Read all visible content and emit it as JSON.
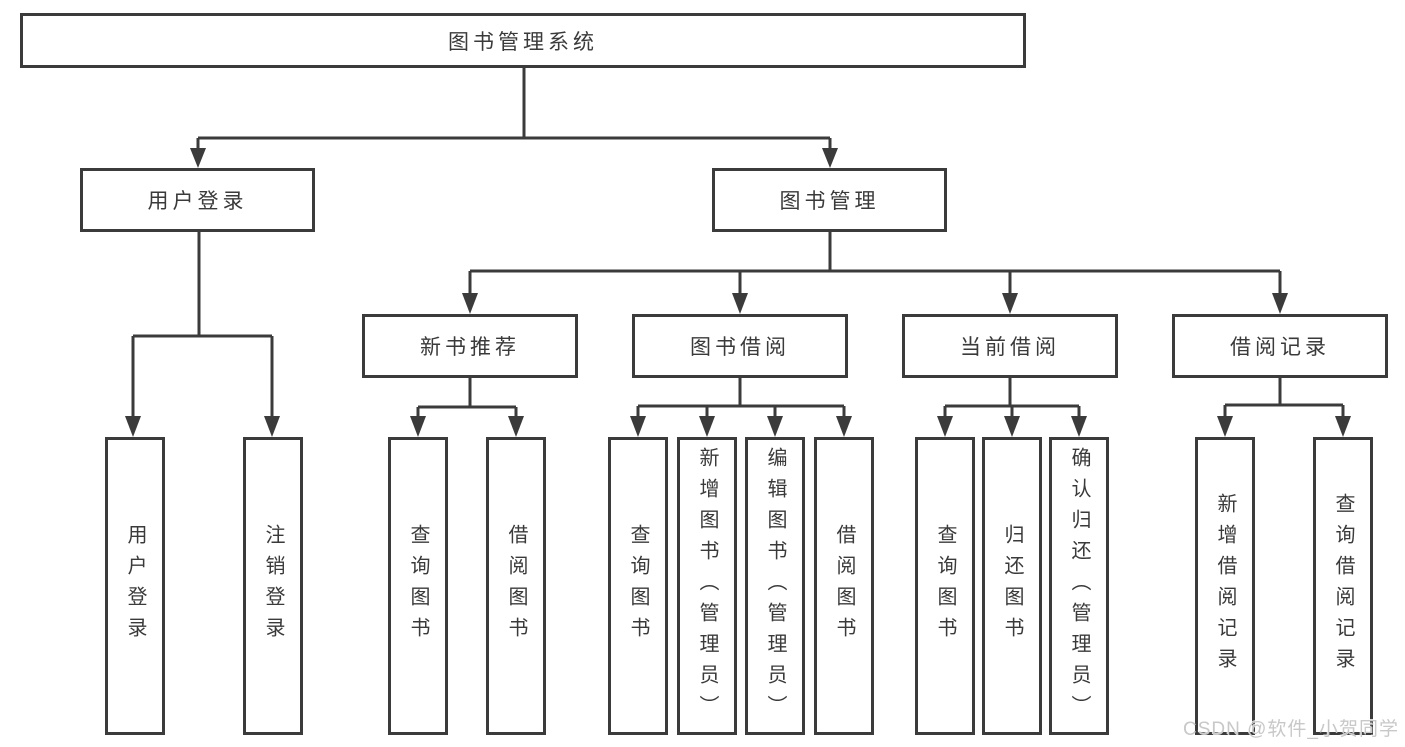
{
  "diagram": {
    "title": "图书管理系统",
    "level2": {
      "user_login": {
        "label": "用户登录"
      },
      "book_management": {
        "label": "图书管理"
      }
    },
    "level3": {
      "new_book_recommend": {
        "label": "新书推荐"
      },
      "book_borrow": {
        "label": "图书借阅"
      },
      "current_borrow": {
        "label": "当前借阅"
      },
      "borrow_record": {
        "label": "借阅记录"
      }
    },
    "leaves": {
      "user_login": {
        "label": "用户登录"
      },
      "logout_login": {
        "label": "注销登录"
      },
      "recommend_query_book": {
        "label": "查询图书"
      },
      "recommend_borrow_book": {
        "label": "借阅图书"
      },
      "borrow_query_book": {
        "label": "查询图书"
      },
      "borrow_add_book": {
        "label": "新增图书（管理员）"
      },
      "borrow_edit_book": {
        "label": "编辑图书（管理员）"
      },
      "borrow_borrow_book": {
        "label": "借阅图书"
      },
      "current_query_book": {
        "label": "查询图书"
      },
      "current_return_book": {
        "label": "归还图书"
      },
      "current_confirm_return": {
        "label": "确认归还（管理员）"
      },
      "record_add": {
        "label": "新增借阅记录"
      },
      "record_query": {
        "label": "查询借阅记录"
      }
    },
    "watermark": "CSDN @软件_小贺同学",
    "colors": {
      "line": "#3b3b3b",
      "text": "#3a3a3a",
      "watermark": "#c8c8c8",
      "background": "#ffffff"
    }
  }
}
